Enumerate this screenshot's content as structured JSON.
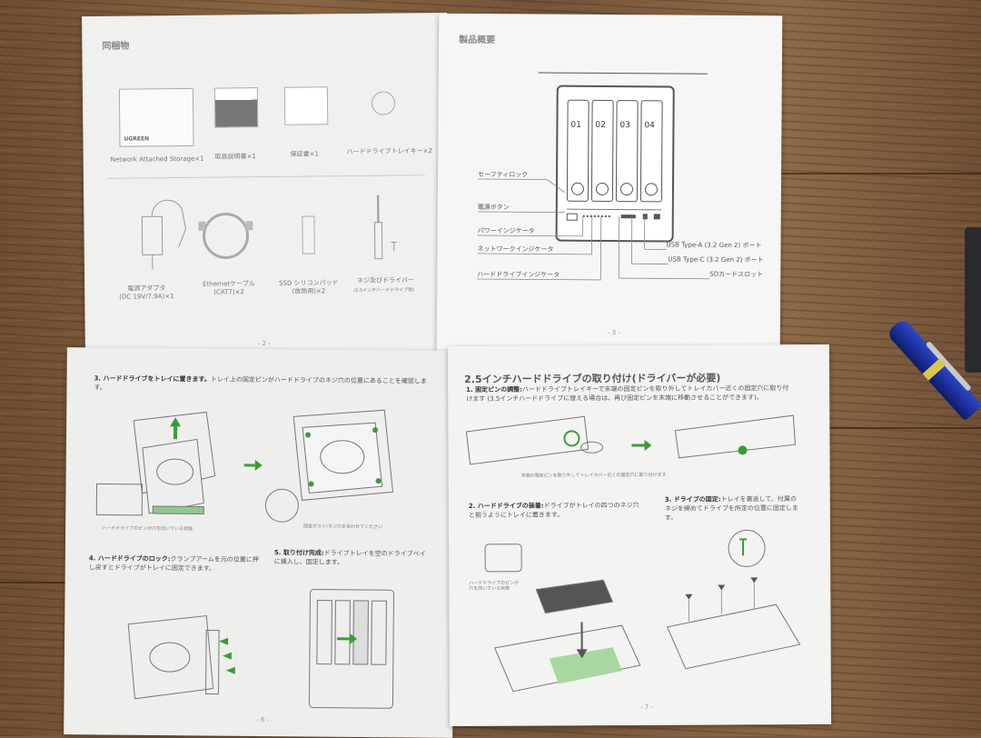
{
  "sheet1": {
    "heading": "同梱物",
    "items_row1": [
      {
        "label": "Network Attached Storage×1"
      },
      {
        "label": "取扱説明書×1"
      },
      {
        "label": "保証書×1"
      },
      {
        "label": "ハードドライブトレイキー×2"
      }
    ],
    "nas_brand": "UGREEN",
    "items_row2": [
      {
        "label": "電源アダプタ\n(DC 19V/7.9A)×1"
      },
      {
        "label": "Ethernetケーブル\n(CAT7)×2"
      },
      {
        "label": "SSD シリコンパッド\n(放熱用)×2"
      },
      {
        "label": "ネジ及びドライバー"
      }
    ],
    "driver_note": "(2.5インチハードドライブ用)",
    "page": "- 2 -"
  },
  "sheet2": {
    "heading": "製品概要",
    "bays": [
      "01",
      "02",
      "03",
      "04"
    ],
    "callouts_left": [
      "セーフティロック",
      "電源ボタン",
      "パワーインジケータ",
      "ネットワークインジケータ",
      "ハードドライブインジケータ"
    ],
    "callouts_right": [
      "USB Type-A (3.2 Gen 2) ポート",
      "USB Type-C (3.2 Gen 2) ポート",
      "SDカードスロット"
    ],
    "page": "- 3 -"
  },
  "sheet3": {
    "step3_title": "3. ハードドライブをトレイに置きます。",
    "step3_text": "トレイ上の固定ピンがハードドライブのネジ穴の位置にあることを確認します。",
    "caption_left": "ハードドライブのピンが穴を向いている状態",
    "caption_right": "固定ボスト(ネジ穴を合わせてください",
    "step4_title": "4. ハードドライブのロック:",
    "step4_text": "クランプアームを元の位置に押し戻すとドライブがトレイに固定できます。",
    "step5_title": "5. 取り付け完成:",
    "step5_text": "ドライブトレイを空のドライブベイに挿入し、固定します。",
    "page": "- 6 -"
  },
  "sheet4": {
    "heading": "2.5インチハードドライブの取り付け(ドライバーが必要)",
    "step1_title": "1. 固定ピンの調整:",
    "step1_text": "ハードドライブトレイキーで末端の固定ピンを取り外してトレイカバー近くの固定穴に取り付けます (3.5インチハードドライブに替える場合は、再び固定ピンを末端に移動させることができます)。",
    "caption1": "末端の固定ピンを取り外してトレイカバー近くの固定穴に取り付けます",
    "step2_title": "2. ハードドライブの装着:",
    "step2_text": "ドライブがトレイの四つのネジ穴と揃うようにトレイに置きます。",
    "step2_caption": "ハードドライブのピンが穴を向いている状態",
    "step3_title": "3. ドライブの固定:",
    "step3_text": "トレイを裏返して、付属のネジを締めてドライブを所定の位置に固定します。",
    "page": "- 7 -"
  }
}
